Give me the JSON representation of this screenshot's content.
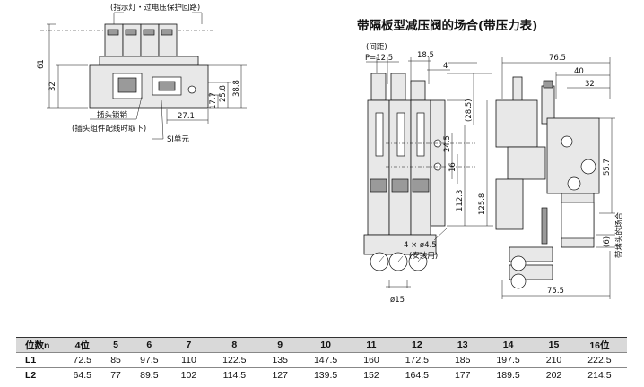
{
  "left_view": {
    "callout_indicator": "(指示灯・过电压保护回路)",
    "dim_61": "61",
    "dim_32": "32",
    "dim_17_7": "17.7",
    "dim_25_8": "25.8",
    "dim_38_8": "38.8",
    "dim_27_1": "27.1",
    "label_connector": "插头锁销",
    "label_connector_note": "(插头组件配线时取下)",
    "label_si_unit": "SI单元"
  },
  "right_view": {
    "title": "带隔板型减压阀的场合(带压力表)",
    "pitch_label": "(间距)",
    "pitch_value": "P=12.5",
    "dim_18_5": "18.5",
    "dim_4": "4",
    "dim_28_5": "(28.5)",
    "dim_24_5": "24.5",
    "dim_16": "16",
    "dim_112_3": "112.3",
    "dim_125_8": "125.8",
    "mount_hole": "4 × ø4.5",
    "mount_hole_note": "(安装用)",
    "dim_phi15": "ø15",
    "dim_76_5": "76.5",
    "dim_40": "40",
    "dim_32b": "32",
    "dim_55_7": "55.7",
    "dim_6": "(6)",
    "dim_75_5": "75.5",
    "side_note": "带堵头的场合"
  },
  "table": {
    "header_label": "位数n",
    "stations": [
      "4位",
      "5",
      "6",
      "7",
      "8",
      "9",
      "10",
      "11",
      "12",
      "13",
      "14",
      "15",
      "16位"
    ],
    "rows": [
      {
        "label": "L1",
        "values": [
          "72.5",
          "85",
          "97.5",
          "110",
          "122.5",
          "135",
          "147.5",
          "160",
          "172.5",
          "185",
          "197.5",
          "210",
          "222.5"
        ]
      },
      {
        "label": "L2",
        "values": [
          "64.5",
          "77",
          "89.5",
          "102",
          "114.5",
          "127",
          "139.5",
          "152",
          "164.5",
          "177",
          "189.5",
          "202",
          "214.5"
        ]
      }
    ]
  }
}
